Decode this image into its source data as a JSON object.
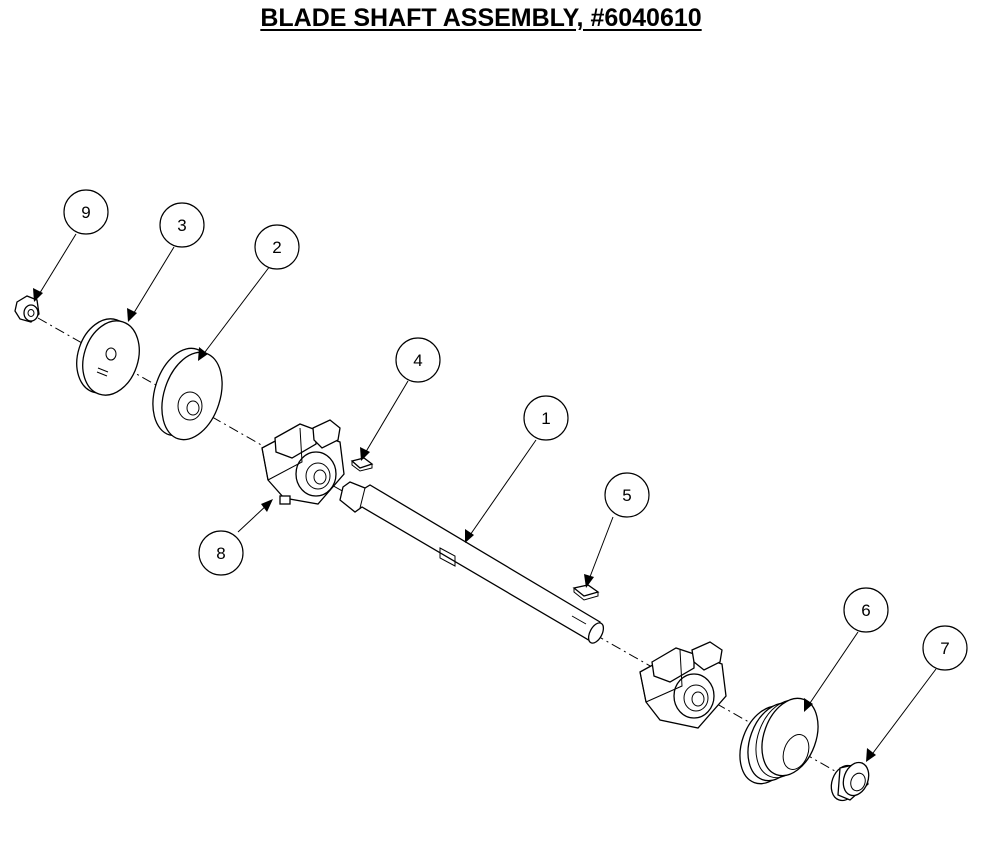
{
  "title": "BLADE SHAFT ASSEMBLY, #6040610",
  "callouts": [
    {
      "id": "1",
      "part": "shaft"
    },
    {
      "id": "2",
      "part": "blade-flange"
    },
    {
      "id": "3",
      "part": "outer-washer"
    },
    {
      "id": "4",
      "part": "key"
    },
    {
      "id": "5",
      "part": "key"
    },
    {
      "id": "6",
      "part": "pulley"
    },
    {
      "id": "7",
      "part": "taper-bushing"
    },
    {
      "id": "8",
      "part": "pillow-block-bearing"
    },
    {
      "id": "9",
      "part": "nut"
    }
  ]
}
